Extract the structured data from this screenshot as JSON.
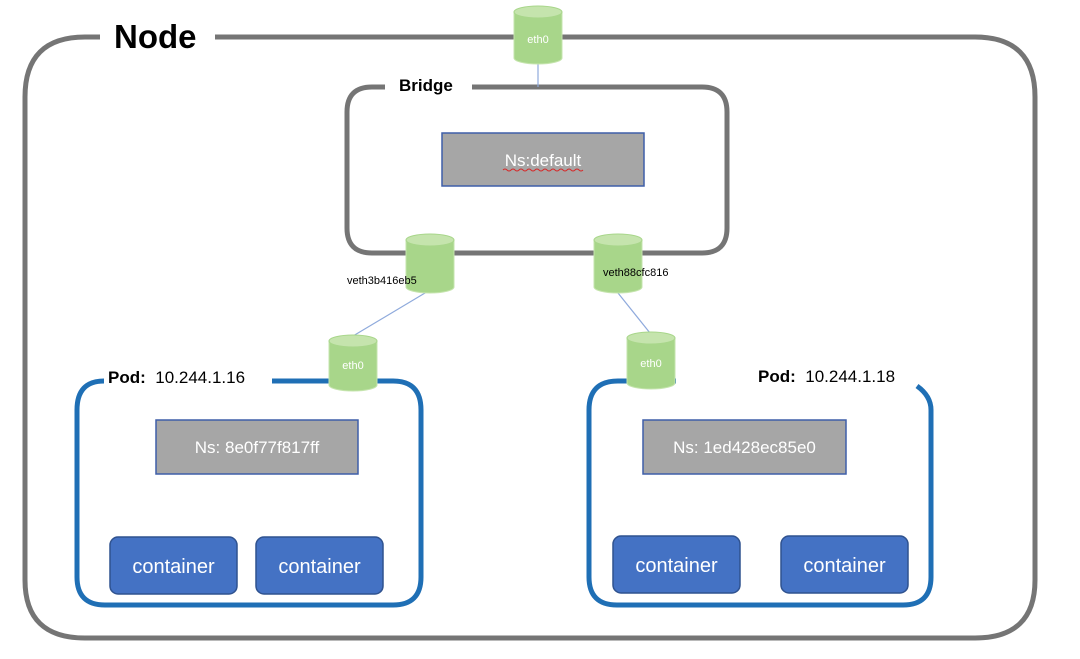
{
  "node": {
    "title": "Node",
    "eth": "eth0"
  },
  "bridge": {
    "title": "Bridge",
    "namespace": "Ns:default"
  },
  "veths": [
    {
      "name": "veth3b416eb5"
    },
    {
      "name": "veth88cfc816"
    }
  ],
  "pods": [
    {
      "key": "Pod:",
      "ip": "10.244.1.16",
      "eth": "eth0",
      "namespace": "Ns: 8e0f77f817ff",
      "containers": [
        "container",
        "container"
      ]
    },
    {
      "key": "Pod:",
      "ip": "10.244.1.18",
      "eth": "eth0",
      "namespace": "Ns: 1ed428ec85e0",
      "containers": [
        "container",
        "container"
      ]
    }
  ],
  "colors": {
    "node_border": "#757575",
    "pod_border": "#1f6fb5",
    "cylinder_fill": "#a8d68a",
    "cylinder_top": "#c5e4ad",
    "namespace_fill": "#a6a6a6",
    "namespace_border": "#3e5fa8",
    "container_fill": "#4472c4",
    "container_border": "#2f528f",
    "link_line": "#8faadc",
    "squiggle": "#d62a2a"
  }
}
